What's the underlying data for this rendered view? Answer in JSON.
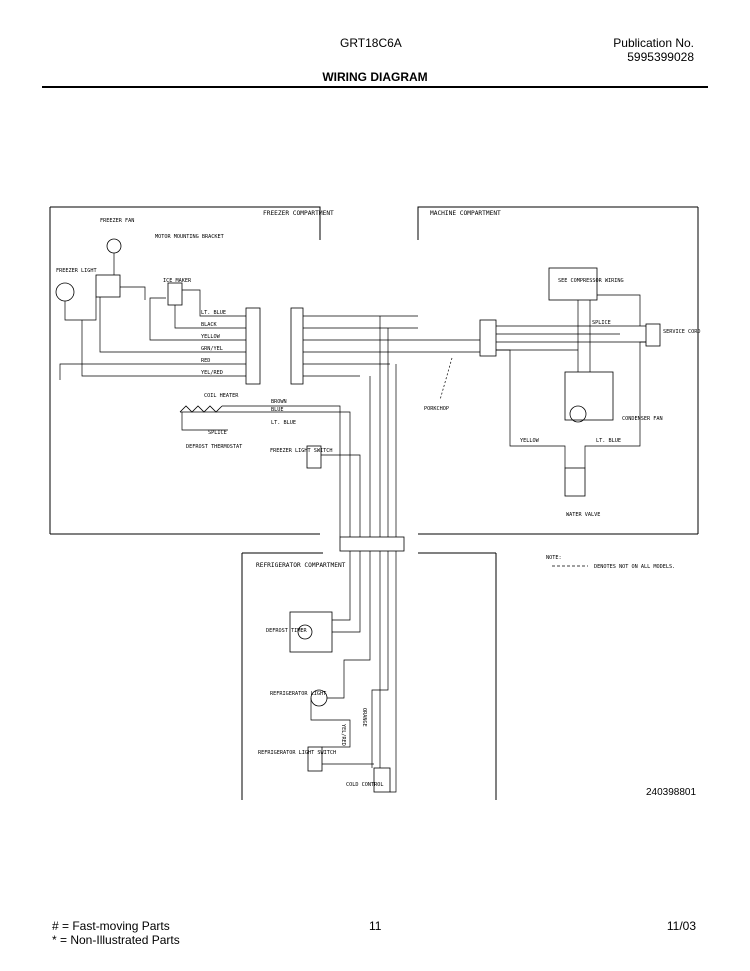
{
  "header": {
    "model": "GRT18C6A",
    "publication_label": "Publication No.",
    "publication_number": "5995399028",
    "title": "WIRING DIAGRAM"
  },
  "sections": {
    "freezer": "FREEZER COMPARTMENT",
    "machine": "MACHINE COMPARTMENT",
    "refrigerator": "REFRIGERATOR COMPARTMENT"
  },
  "components": {
    "freezer_fan": "FREEZER FAN",
    "motor_bracket": "MOTOR MOUNTING BRACKET",
    "freezer_light": "FREEZER LIGHT",
    "ice_maker": "ICE MAKER",
    "coil_heater": "COIL HEATER",
    "splice": "SPLICE",
    "defrost_thermostat": "DEFROST THERMOSTAT",
    "freezer_light_switch": "FREEZER LIGHT SWITCH",
    "see_compressor": "SEE COMPRESSOR WIRING",
    "service_cord": "SERVICE CORD",
    "condenser_fan": "CONDENSER FAN",
    "water_valve": "WATER VALVE",
    "porkchop": "PORKCHOP",
    "defrost_timer": "DEFROST TIMER",
    "refrigerator_light": "REFRIGERATOR LIGHT",
    "refrigerator_light_switch": "REFRIGERATOR LIGHT SWITCH",
    "cold_control": "COLD CONTROL",
    "machine_splice": "SPLICE"
  },
  "wire_colors": {
    "lt_blue": "LT. BLUE",
    "black": "BLACK",
    "yellow": "YELLOW",
    "grn_yel": "GRN/YEL",
    "red": "RED",
    "yel_red": "YEL/RED",
    "brown": "BROWN",
    "blue": "BLUE",
    "orange": "ORANGE",
    "yel_red_vert": "YEL/RED"
  },
  "note": {
    "label": "NOTE:",
    "text": "DENOTES NOT ON ALL MODELS."
  },
  "diagram_ref": "240398801",
  "footer": {
    "legend_fast": "#  =  Fast-moving Parts",
    "legend_non": "*   =  Non-Illustrated Parts",
    "page": "11",
    "date": "11/03"
  }
}
